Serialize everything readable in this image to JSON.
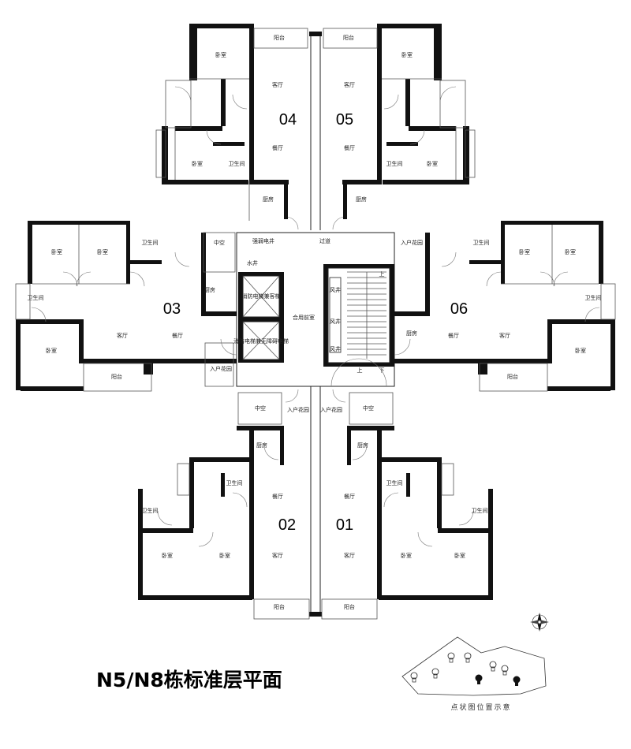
{
  "title": "N5/N8栋标准层平面",
  "caption": "点状图位置示意",
  "units": [
    "04",
    "05",
    "03",
    "06",
    "02",
    "01"
  ],
  "rooms": {
    "bedroom": "卧室",
    "living": "客厅",
    "dining": "餐厅",
    "bath": "卫生间",
    "kitchen": "厨房",
    "balcony": "阳台",
    "entry_garden": "入户花园",
    "void": "中空",
    "passage": "过道",
    "lobby": "合用前室",
    "elec": "强弱电井",
    "water": "水井",
    "wind": "风井",
    "fire_elevator": "消防电梯兼客梯",
    "elevator": "消防电梯兼无障碍电梯"
  },
  "stair_marks": {
    "up": "上",
    "down": "下"
  }
}
